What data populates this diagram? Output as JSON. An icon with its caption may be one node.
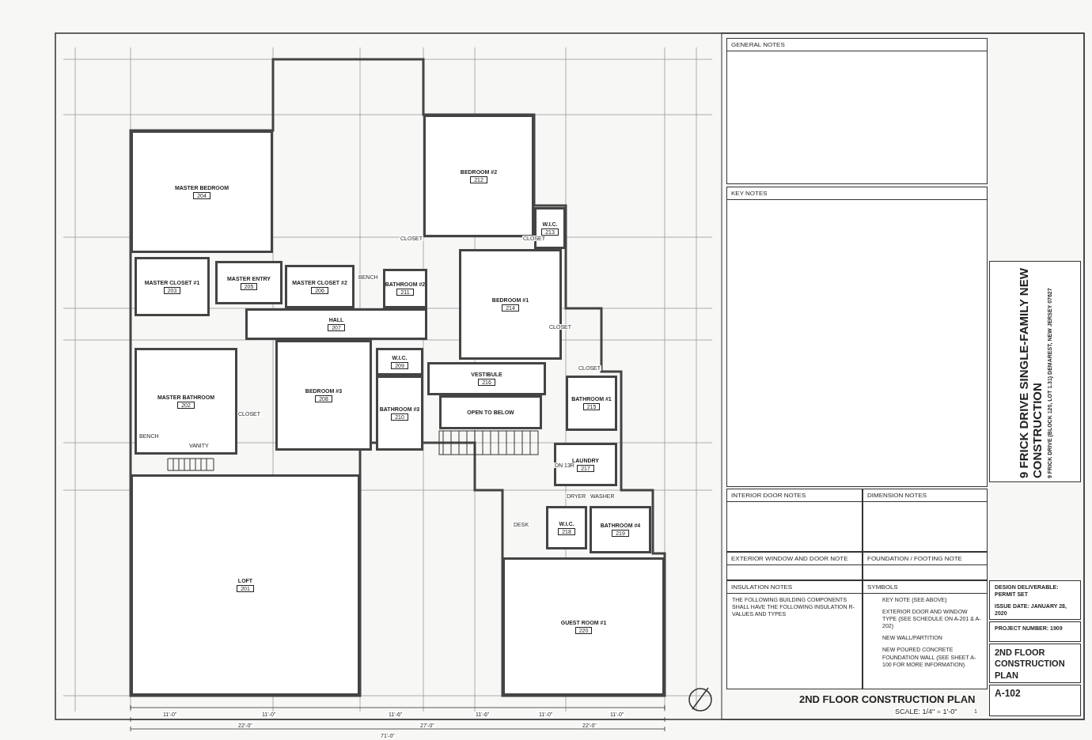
{
  "diagram": {
    "title": "2ND FLOOR CONSTRUCTION PLAN",
    "nodes": [
      {
        "text": [
          "MASTER BEDROOM",
          "204"
        ]
      },
      {
        "text": [
          "BEDROOM #2",
          "212"
        ]
      },
      {
        "text": [
          "MASTER CLOSET #1",
          "203"
        ]
      },
      {
        "text": [
          "MASTER ENTRY",
          "205"
        ]
      },
      {
        "text": [
          "MASTER CLOSET #2",
          "206"
        ]
      },
      {
        "text": [
          "BATHROOM #2",
          "211"
        ]
      },
      {
        "text": [
          "W.I.C.",
          "213"
        ]
      },
      {
        "text": [
          "HALL",
          "207"
        ]
      },
      {
        "text": [
          "BEDROOM #1",
          "214"
        ]
      },
      {
        "text": [
          "MASTER BATHROOM",
          "202"
        ]
      },
      {
        "text": [
          "BEDROOM #3",
          "208"
        ]
      },
      {
        "text": [
          "W.I.C.",
          "209"
        ]
      },
      {
        "text": [
          "VESTIBULE",
          "216"
        ]
      },
      {
        "text": [
          "OPEN TO BELOW"
        ]
      },
      {
        "text": [
          "BATHROOM #3",
          "210"
        ]
      },
      {
        "text": [
          "BATHROOM #1",
          "215"
        ]
      },
      {
        "text": [
          "LAUNDRY",
          "217"
        ]
      },
      {
        "text": [
          "W.I.C.",
          "218"
        ]
      },
      {
        "text": [
          "BATHROOM #4",
          "219"
        ]
      },
      {
        "text": [
          "LOFT",
          "201"
        ]
      },
      {
        "text": [
          "GUEST ROOM #1",
          "220"
        ]
      },
      {
        "text": [
          "GENERAL NOTES"
        ]
      },
      {
        "text": [
          "KEY NOTES"
        ]
      },
      {
        "text": [
          "INTERIOR DOOR NOTES"
        ]
      },
      {
        "text": [
          "DIMENSION NOTES"
        ]
      },
      {
        "text": [
          "EXTERIOR WINDOW AND DOOR NOTE"
        ]
      },
      {
        "text": [
          "FOUNDATION / FOOTING NOTE"
        ]
      },
      {
        "text": [
          "INSULATION NOTES",
          "THE FOLLOWING BUILDING COMPONENTS SHALL HAVE THE FOLLOWING INSULATION R-VALUES AND TYPES"
        ]
      },
      {
        "text": [
          "SYMBOLS",
          "KEY NOTE (SEE ABOVE)",
          "EXTERIOR DOOR AND WINDOW TYPE (SEE SCHEDULE ON A-201 & A-202)",
          "NEW WALL/PARTITION",
          "NEW POURED CONCRETE FOUNDATION WALL (SEE SHEET A-100 FOR MORE INFORMATION)"
        ]
      },
      {
        "text": [
          "9 FRICK DRIVE SINGLE-FAMILY NEW CONSTRUCTION",
          "9 FRICK DRIVE (BLOCK 120, LOT 1.31) DEMAREST, NEW JERSEY 07627"
        ]
      },
      {
        "text": [
          "DESIGN DELIVERABLE: PERMIT SET",
          "ISSUE DATE: JANUARY 28, 2020"
        ]
      },
      {
        "text": [
          "PROJECT NUMBER: 1909"
        ]
      },
      {
        "text": [
          "2ND FLOOR CONSTRUCTION PLAN"
        ]
      },
      {
        "text": [
          "A-102"
        ]
      }
    ],
    "labels": [
      "BENCH",
      "CLOSET",
      "CLOSET",
      "CLOSET",
      "CLOSET",
      "BENCH",
      "VANITY",
      "CLOSET",
      "DN 13R",
      "DRYER",
      "WASHER",
      "DESK",
      "11'-0\"",
      "11'-0\"",
      "11'-6\"",
      "11'-6\"",
      "11'-0\"",
      "11'-0\"",
      "22'-0\"",
      "27'-0\"",
      "22'-0\"",
      "71'-0\"",
      "SCALE: 1/4\" = 1'-0\"",
      "1"
    ]
  }
}
